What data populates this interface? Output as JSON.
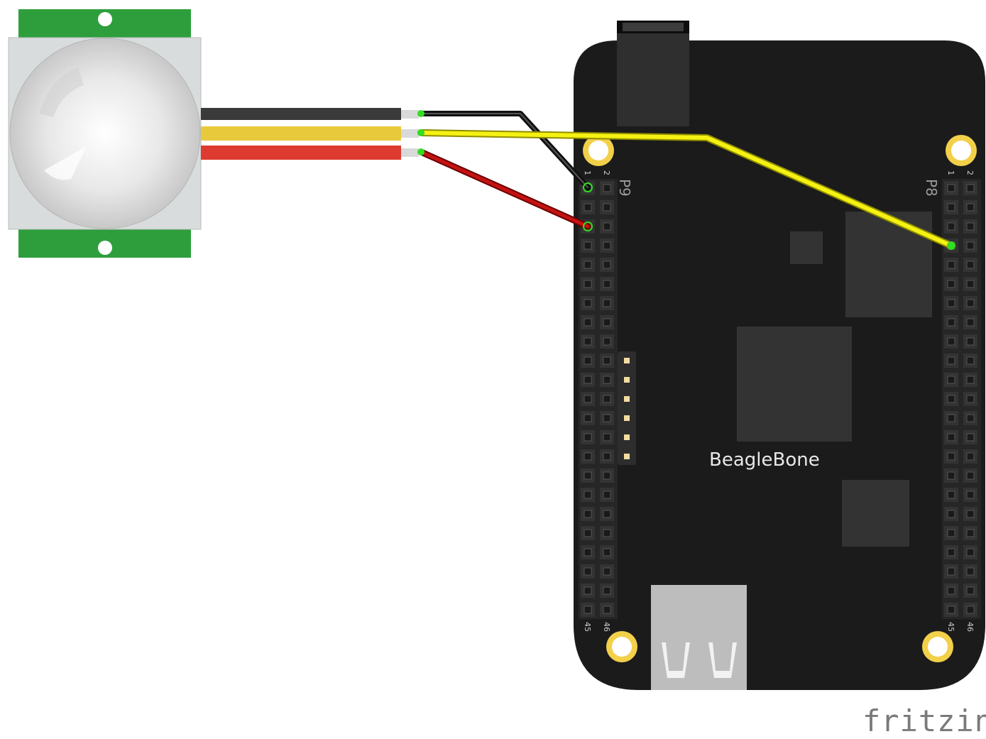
{
  "board": {
    "name": "BeagleBone",
    "header_left": "P9",
    "header_right": "P8",
    "pin_first_odd": "1",
    "pin_first_even": "2",
    "pin_last_odd": "45",
    "pin_last_even": "46",
    "color": "#1a1a1a"
  },
  "sensor": {
    "dome_color": "#e6e6e6",
    "pcb_color": "#2a9d3a"
  },
  "wires": [
    {
      "name": "black-wire",
      "color": "#111111"
    },
    {
      "name": "yellow-wire",
      "color": "#f2ee0a"
    },
    {
      "name": "red-wire",
      "color": "#c01010"
    }
  ],
  "logo": "fritzing"
}
